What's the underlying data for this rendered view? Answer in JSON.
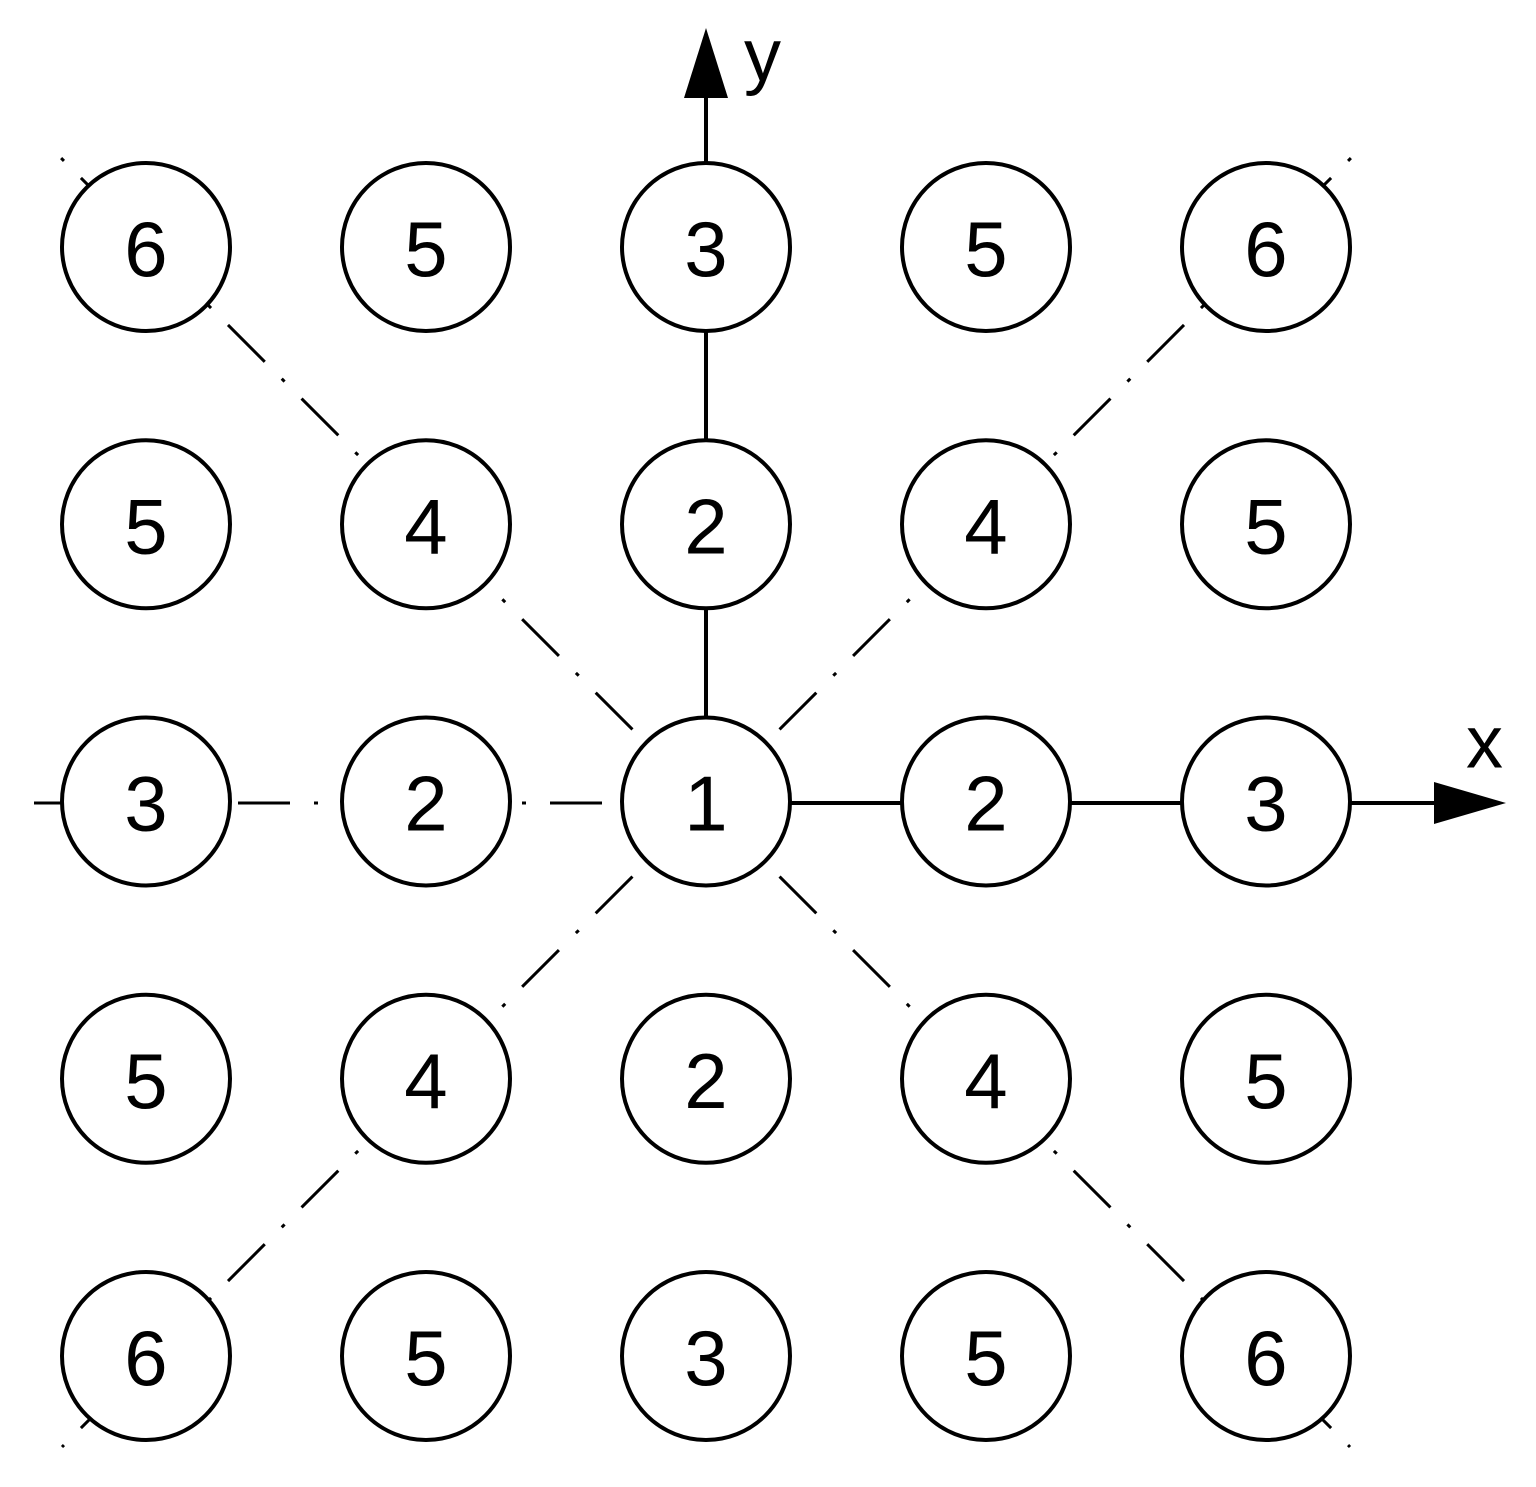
{
  "axes": {
    "x_label": "x",
    "y_label": "y"
  },
  "grid": {
    "rows": [
      [
        "6",
        "5",
        "3",
        "5",
        "6"
      ],
      [
        "5",
        "4",
        "2",
        "4",
        "5"
      ],
      [
        "3",
        "2",
        "1",
        "2",
        "3"
      ],
      [
        "5",
        "4",
        "2",
        "4",
        "5"
      ],
      [
        "6",
        "5",
        "3",
        "5",
        "6"
      ]
    ]
  },
  "colors": {
    "stroke": "#000000",
    "background": "#ffffff"
  }
}
